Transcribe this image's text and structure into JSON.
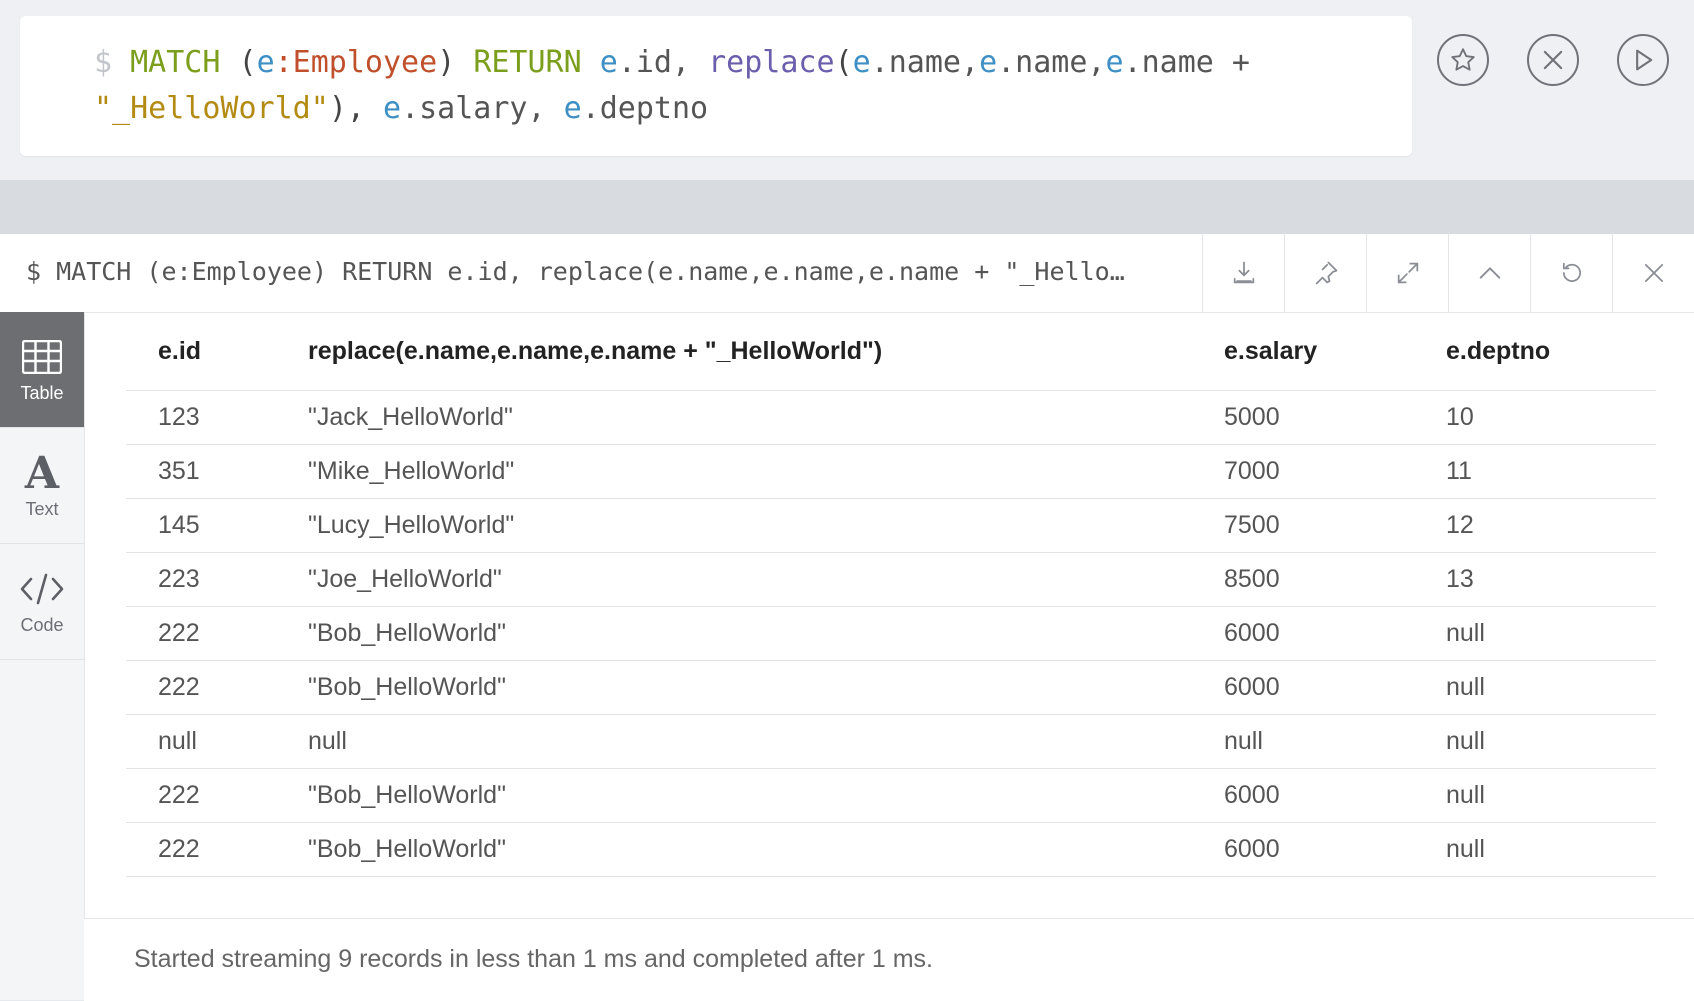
{
  "editor": {
    "prompt": "$",
    "tokens": [
      {
        "t": "MATCH",
        "k": "kw"
      },
      {
        "t": " (",
        "k": "punc"
      },
      {
        "t": "e",
        "k": "var"
      },
      {
        "t": ":Employee",
        "k": "label"
      },
      {
        "t": ") ",
        "k": "punc"
      },
      {
        "t": "RETURN",
        "k": "kw"
      },
      {
        "t": " ",
        "k": "punc"
      },
      {
        "t": "e",
        "k": "var"
      },
      {
        "t": ".id, ",
        "k": "prop"
      },
      {
        "t": "replace",
        "k": "fn"
      },
      {
        "t": "(",
        "k": "punc"
      },
      {
        "t": "e",
        "k": "var"
      },
      {
        "t": ".name,",
        "k": "prop"
      },
      {
        "t": "e",
        "k": "var"
      },
      {
        "t": ".name,",
        "k": "prop"
      },
      {
        "t": "e",
        "k": "var"
      },
      {
        "t": ".name + ",
        "k": "prop"
      },
      {
        "t": "\"_HelloWorld\"",
        "k": "str"
      },
      {
        "t": "), ",
        "k": "punc"
      },
      {
        "t": "e",
        "k": "var"
      },
      {
        "t": ".salary, ",
        "k": "prop"
      },
      {
        "t": "e",
        "k": "var"
      },
      {
        "t": ".deptno",
        "k": "prop"
      }
    ],
    "buttons": [
      "star-icon",
      "close-circle-icon",
      "play-icon"
    ]
  },
  "frame": {
    "query": "$ MATCH (e:Employee) RETURN e.id, replace(e.name,e.name,e.name + \"_Hello…",
    "actions": [
      "download-icon",
      "pin-icon",
      "expand-icon",
      "collapse-up-icon",
      "rerun-icon",
      "close-icon"
    ]
  },
  "sidenav": {
    "items": [
      {
        "label": "Table",
        "icon": "table-icon",
        "active": true
      },
      {
        "label": "Text",
        "icon": "text-icon",
        "active": false
      },
      {
        "label": "Code",
        "icon": "code-icon",
        "active": false
      }
    ]
  },
  "table": {
    "headers": [
      "e.id",
      "replace(e.name,e.name,e.name + \"_HelloWorld\")",
      "e.salary",
      "e.deptno"
    ],
    "rows": [
      [
        "123",
        "\"Jack_HelloWorld\"",
        "5000",
        "10"
      ],
      [
        "351",
        "\"Mike_HelloWorld\"",
        "7000",
        "11"
      ],
      [
        "145",
        "\"Lucy_HelloWorld\"",
        "7500",
        "12"
      ],
      [
        "223",
        "\"Joe_HelloWorld\"",
        "8500",
        "13"
      ],
      [
        "222",
        "\"Bob_HelloWorld\"",
        "6000",
        "null"
      ],
      [
        "222",
        "\"Bob_HelloWorld\"",
        "6000",
        "null"
      ],
      [
        "null",
        "null",
        "null",
        "null"
      ],
      [
        "222",
        "\"Bob_HelloWorld\"",
        "6000",
        "null"
      ],
      [
        "222",
        "\"Bob_HelloWorld\"",
        "6000",
        "null"
      ]
    ]
  },
  "footer": {
    "status": "Started streaming 9 records in less than 1 ms and completed after 1 ms."
  }
}
